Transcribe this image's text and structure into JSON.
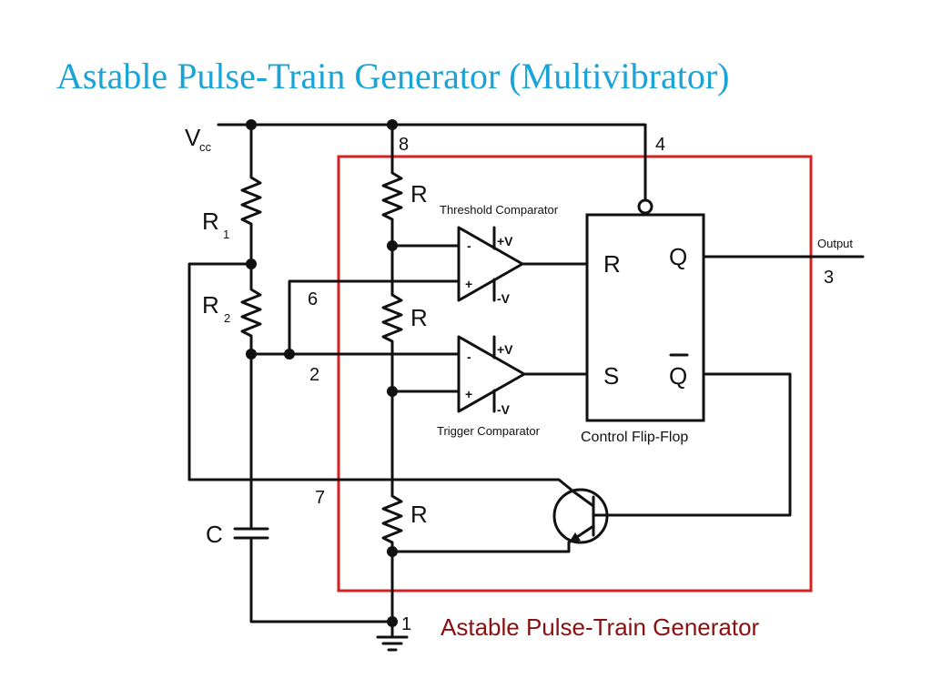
{
  "title": "Astable Pulse-Train Generator (Multivibrator)",
  "labels": {
    "vcc_main": "V",
    "vcc_sub": "cc",
    "pin_8": "8",
    "pin_4": "4",
    "pin_6": "6",
    "pin_2": "2",
    "pin_7": "7",
    "pin_1": "1",
    "pin_3": "3",
    "r1_main": "R",
    "r1_sub": "1",
    "r2_main": "R",
    "r2_sub": "2",
    "r_top": "R",
    "r_mid": "R",
    "r_bot": "R",
    "capacitor": "C",
    "threshold_comparator": "Threshold Comparator",
    "trigger_comparator": "Trigger Comparator",
    "control_flip_flop": "Control Flip-Flop",
    "ff_r": "R",
    "ff_s": "S",
    "ff_q": "Q",
    "ff_qbar": "Q",
    "output": "Output",
    "plus_v_1": "+V",
    "minus_v_1": "-V",
    "plus_v_2": "+V",
    "minus_v_2": "-V",
    "minus_sign": "-",
    "plus_sign": "+",
    "ic_label": "Astable Pulse-Train Generator"
  },
  "colors": {
    "title": "#1aa3d6",
    "ic_box": "#d42020",
    "ic_label": "#8a1010",
    "wire": "#111111"
  }
}
